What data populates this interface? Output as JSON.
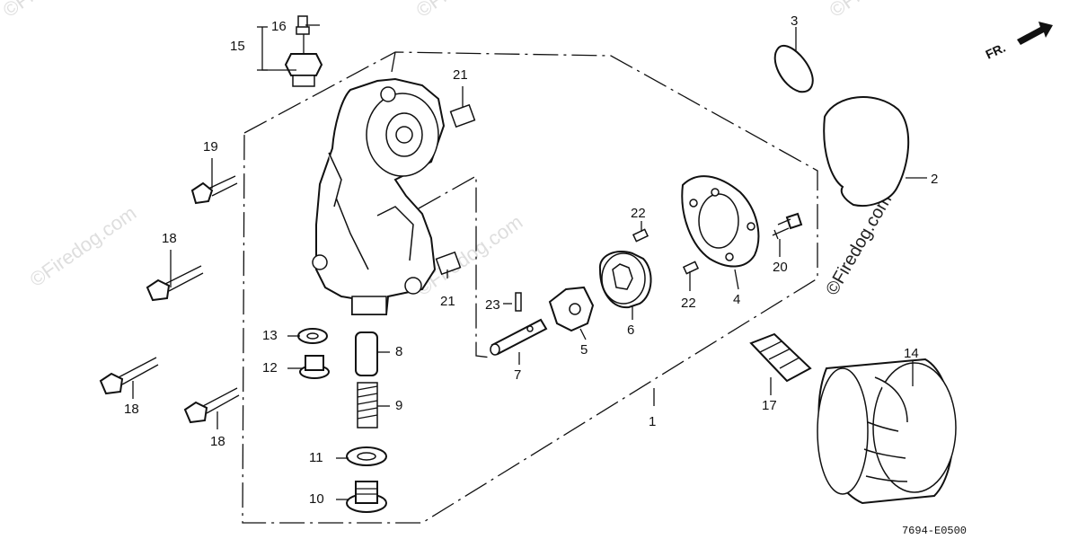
{
  "watermarks": {
    "short": "©Firedog",
    "long": "©Firedog.com"
  },
  "side_watermark": "©Firedog.com",
  "direction_label": "FR.",
  "diagram_code": "7694-E0500",
  "callouts": {
    "c1": "1",
    "c2": "2",
    "c3": "3",
    "c4": "4",
    "c5": "5",
    "c6": "6",
    "c7": "7",
    "c8": "8",
    "c9": "9",
    "c10": "10",
    "c11": "11",
    "c12": "12",
    "c13": "13",
    "c14": "14",
    "c15": "15",
    "c16": "16",
    "c17": "17",
    "c18a": "18",
    "c18b": "18",
    "c18c": "18",
    "c19": "19",
    "c20": "20",
    "c21a": "21",
    "c21b": "21",
    "c22a": "22",
    "c22b": "22",
    "c23": "23"
  }
}
